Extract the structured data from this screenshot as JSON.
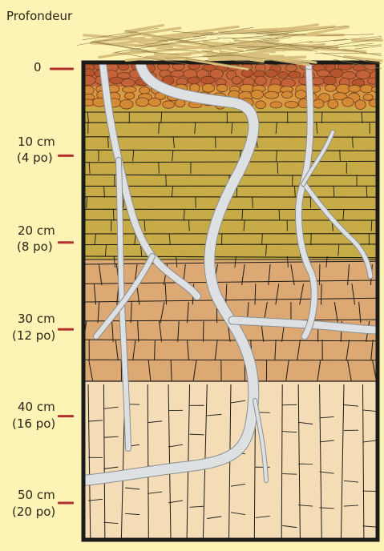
{
  "title": "Profondeur",
  "depth_markers": [
    {
      "depth_cm": 0,
      "label": "0",
      "label_in": ""
    },
    {
      "depth_cm": 10,
      "label": "10 cm",
      "label_in": "(4 po)"
    },
    {
      "depth_cm": 20,
      "label": "20 cm",
      "label_in": "(8 po)"
    },
    {
      "depth_cm": 30,
      "label": "30 cm",
      "label_in": "(12 po)"
    },
    {
      "depth_cm": 40,
      "label": "40 cm",
      "label_in": "(16 po)"
    },
    {
      "depth_cm": 50,
      "label": "50 cm",
      "label_in": "(20 po)"
    }
  ],
  "colors": {
    "background": "#fdf3b4",
    "tick": "#b4302e",
    "litter": "#d9bf7e",
    "topsoil_pebbles": "#c96a3f",
    "orange_band": "#d99a45",
    "olive_layer": "#c6ab46",
    "clay_layer": "#dca874",
    "pale_layer": "#f3dcb6",
    "roots": "#dde1e4",
    "outline": "#1b1b17"
  }
}
